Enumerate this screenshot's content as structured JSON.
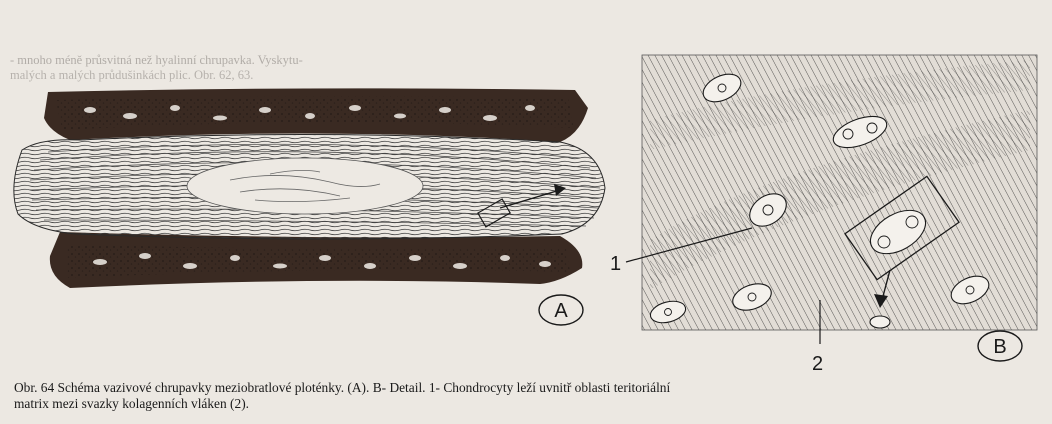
{
  "figure": {
    "panel_a_label": "A",
    "panel_b_label": "B",
    "label_1": "1",
    "label_2": "2"
  },
  "background_text": {
    "line1": "-                              mnoho méně průsvitná než hyalinní chrupavka. Vyskytu-",
    "line2": "                         malých a malých průdušinkách plic. Obr. 62, 63."
  },
  "caption": {
    "line1": "Obr. 64 Schéma vazivové chrupavky meziobratlové ploténky. (A). B- Detail. 1- Chondrocyty leží uvnitř oblasti teritoriální",
    "line2": "matrix mezi svazky kolagenních vláken (2)."
  },
  "colors": {
    "paper": "#ece8e2",
    "ink": "#1a1a1a",
    "dark_bone": "#3a2a22"
  }
}
